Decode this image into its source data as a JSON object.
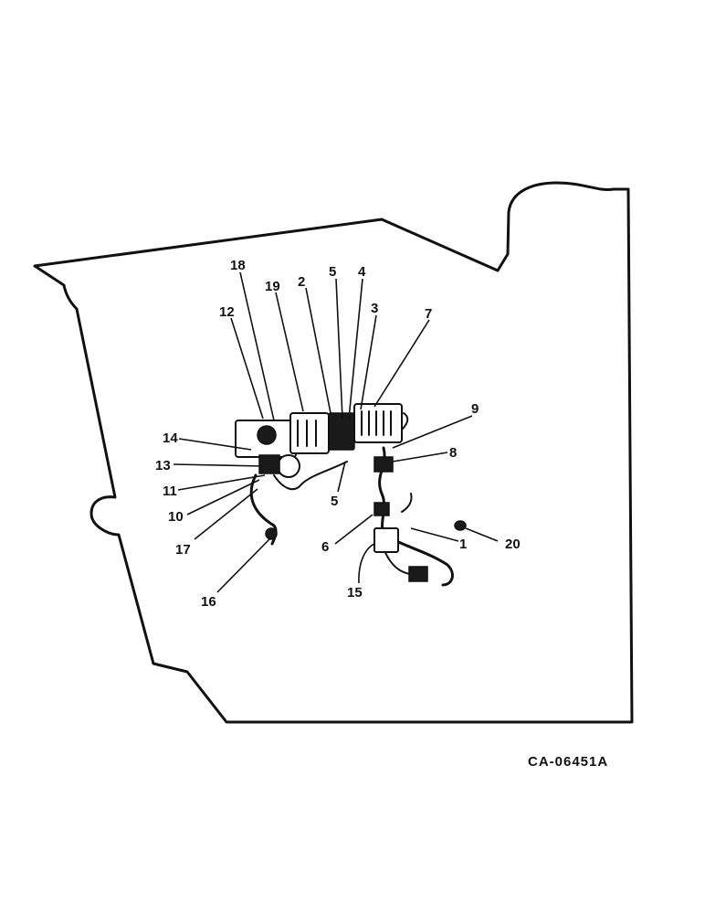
{
  "diagram": {
    "reference_code": "CA-06451A",
    "callouts": {
      "c1": "1",
      "c2": "2",
      "c3": "3",
      "c4": "4",
      "c5a": "5",
      "c5b": "5",
      "c6": "6",
      "c7": "7",
      "c8": "8",
      "c9": "9",
      "c10": "10",
      "c11": "11",
      "c12": "12",
      "c13": "13",
      "c14": "14",
      "c15": "15",
      "c16": "16",
      "c17": "17",
      "c18": "18",
      "c19": "19",
      "c20": "20"
    }
  }
}
